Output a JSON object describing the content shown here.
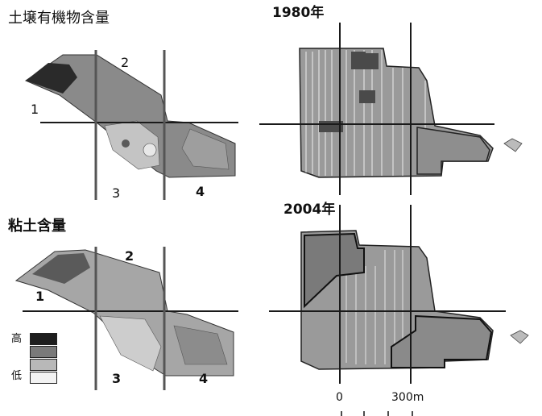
{
  "panels": {
    "organic": {
      "title": "土壌有機物含量",
      "q1": "1",
      "q2": "2",
      "q3": "3",
      "q4": "4"
    },
    "clay": {
      "title": "粘土含量",
      "q1": "1",
      "q2": "2",
      "q3": "3",
      "q4": "4"
    },
    "map1980": {
      "year": "1980年"
    },
    "map2004": {
      "year": "2004年"
    }
  },
  "legend": {
    "high": "高",
    "low": "低",
    "shades": [
      "#1e1e1e",
      "#7a7a7a",
      "#b8b8b8",
      "#f2f2f2"
    ]
  },
  "scale": {
    "start": "0",
    "end": "300m"
  },
  "colors": {
    "zone_dark": "#2a2a2a",
    "zone_mid": "#7d7d7d",
    "zone_light": "#b9b9b9",
    "line": "#1a1a1a"
  }
}
